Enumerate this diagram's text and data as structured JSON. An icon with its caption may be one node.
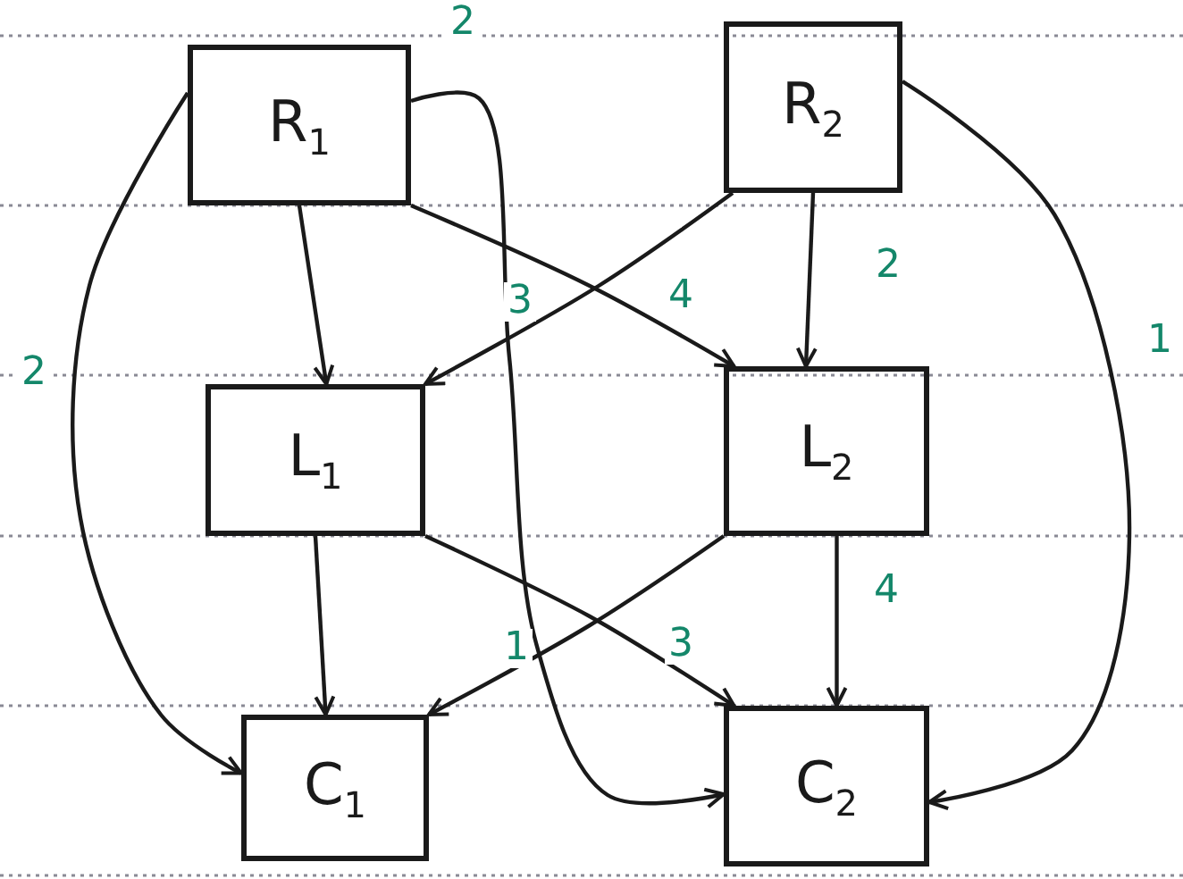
{
  "diagram": {
    "nodes": [
      {
        "text": [
          "R$_{1}$"
        ]
      },
      {
        "text": [
          "R$_{2}$"
        ]
      },
      {
        "text": [
          "L$_{1}$"
        ]
      },
      {
        "text": [
          "L$_{2}$"
        ]
      },
      {
        "text": [
          "C$_{1}$"
        ]
      },
      {
        "text": [
          "C$_{2}$"
        ]
      }
    ],
    "edges": [
      {
        "from": 0,
        "to": 2,
        "arrow": "to"
      },
      {
        "from": 0,
        "to": 4,
        "arrow": "to",
        "label": "2"
      },
      {
        "from": 0,
        "to": 5,
        "arrow": "to",
        "label": "2"
      },
      {
        "from": 0,
        "to": 3,
        "arrow": "to",
        "label": "4"
      },
      {
        "from": 1,
        "to": 2,
        "arrow": "to",
        "label": "3"
      },
      {
        "from": 1,
        "to": 3,
        "arrow": "to",
        "label": "2"
      },
      {
        "from": 1,
        "to": 5,
        "arrow": "to",
        "label": "1"
      },
      {
        "from": 2,
        "to": 4,
        "arrow": "to"
      },
      {
        "from": 2,
        "to": 5,
        "arrow": "to",
        "label": "3"
      },
      {
        "from": 3,
        "to": 4,
        "arrow": "to",
        "label": "1"
      },
      {
        "from": 3,
        "to": 5,
        "arrow": "to",
        "label": "4"
      }
    ]
  }
}
